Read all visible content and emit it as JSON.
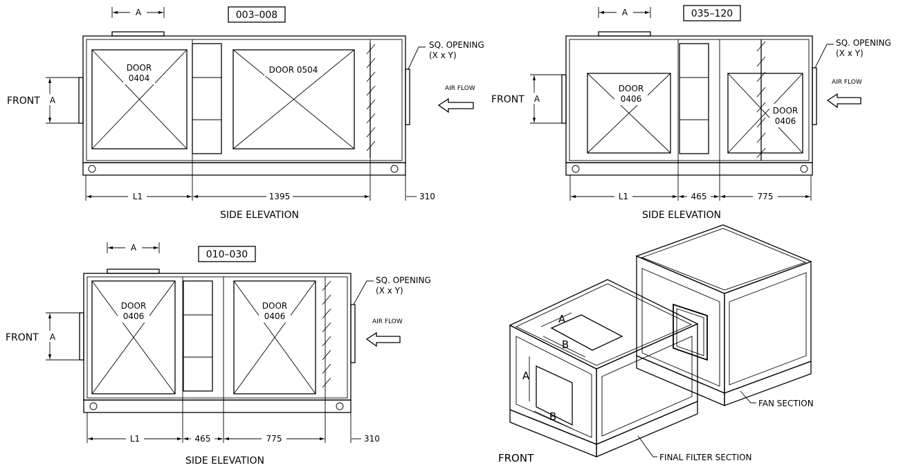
{
  "views": {
    "top_left": {
      "model_range": "003–008",
      "dim_top": "A",
      "dim_side": "A",
      "front": "FRONT",
      "door_left": [
        "DOOR",
        "0404"
      ],
      "door_right": "DOOR 0504",
      "sq_opening": [
        "SQ. OPENING",
        "(X x Y)"
      ],
      "air_flow": "AIR FLOW",
      "dims": [
        "L1",
        "1395",
        "310"
      ],
      "caption": "SIDE  ELEVATION"
    },
    "top_right": {
      "model_range": "035–120",
      "dim_top": "A",
      "dim_side": "A",
      "front": "FRONT",
      "door_left": [
        "DOOR",
        "0406"
      ],
      "door_right": [
        "DOOR",
        "0406"
      ],
      "sq_opening": [
        "SQ. OPENING",
        "(X x Y)"
      ],
      "air_flow": "AIR FLOW",
      "dims": [
        "L1",
        "465",
        "775"
      ],
      "caption": "SIDE  ELEVATION"
    },
    "bottom_left": {
      "model_range": "010–030",
      "dim_top": "A",
      "dim_side": "A",
      "front": "FRONT",
      "door_left": [
        "DOOR",
        "0406"
      ],
      "door_right": [
        "DOOR",
        "0406"
      ],
      "sq_opening": [
        "SQ. OPENING",
        "(X x Y)"
      ],
      "air_flow": "AIR FLOW",
      "dims": [
        "L1",
        "465",
        "775",
        "310"
      ],
      "caption": "SIDE  ELEVATION"
    },
    "isometric": {
      "dim_a_top": "A",
      "dim_b_top": "B",
      "dim_a_front": "A",
      "dim_b_front": "B",
      "front": "FRONT",
      "fan_section": "FAN SECTION",
      "final_filter_section": "FINAL FILTER SECTION"
    }
  }
}
